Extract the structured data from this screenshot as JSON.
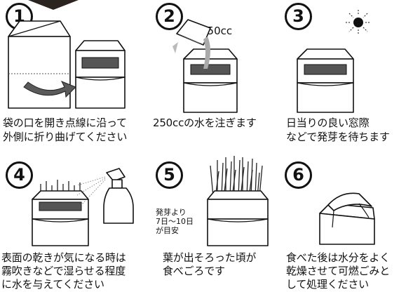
{
  "steps": [
    {
      "number": "1",
      "lines": [
        "袋の口を開き点線に沿って",
        "外側に折り曲げてください"
      ]
    },
    {
      "number": "2",
      "lines": [
        "250ccの水を注ぎます"
      ],
      "amount": "250cc"
    },
    {
      "number": "3",
      "lines": [
        "日当りの良い窓際",
        "などで発芽を待ちます"
      ]
    },
    {
      "number": "4",
      "lines": [
        "表面の乾きが気になる時は",
        "霧吹きなどで湿らせる程度",
        "に水を与えてください"
      ]
    },
    {
      "number": "5",
      "lines": [
        "葉が出そろった頃が",
        "食べごろです"
      ],
      "note": [
        "発芽より",
        "7日～10日",
        "が目安"
      ]
    },
    {
      "number": "6",
      "lines": [
        "食べた後は水分をよく",
        "乾燥させて可燃ごみと",
        "して処理ください"
      ]
    }
  ],
  "icons": [
    "folding-arrow-icon",
    "measuring-cup-icon",
    "sun-icon",
    "spray-bottle-icon",
    "sprouts-icon",
    "folded-bag-icon"
  ]
}
